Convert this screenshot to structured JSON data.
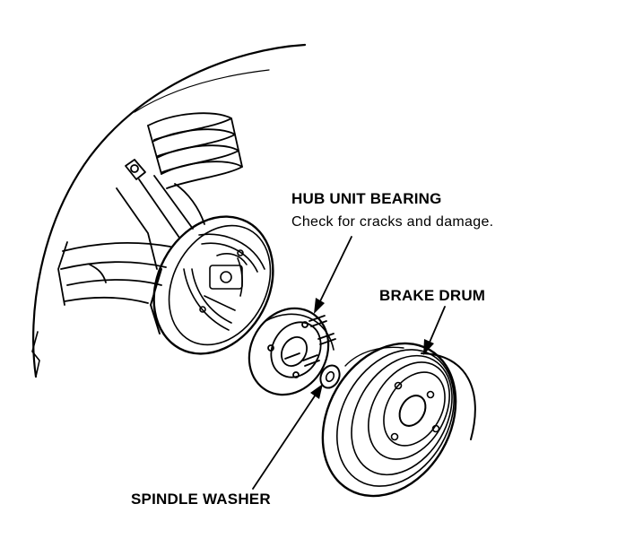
{
  "labels": {
    "hub_unit_bearing": "HUB UNIT BEARING",
    "hub_unit_bearing_note": "Check for cracks and damage.",
    "brake_drum": "BRAKE DRUM",
    "spindle_washer": "SPINDLE WASHER"
  },
  "colors": {
    "line": "#000000",
    "background": "#ffffff"
  }
}
